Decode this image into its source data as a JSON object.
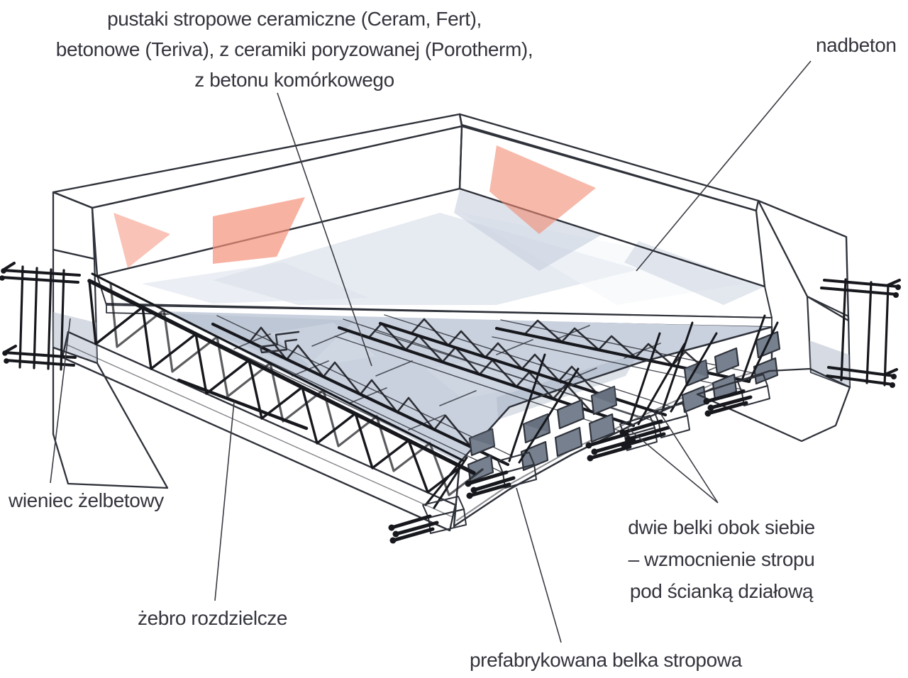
{
  "figure": {
    "type": "construction-diagram",
    "subject": "beam-and-block ribbed floor cutaway (isometric watercolor drawing)",
    "labels": {
      "pustaki": {
        "lines": [
          "pustaki stropowe ceramiczne (Ceram, Fert),",
          "betonowe (Teriva), z ceramiki poryzowanej (Porotherm),",
          "z betonu komórkowego"
        ]
      },
      "nadbeton": {
        "text": "nadbeton"
      },
      "wieniec": {
        "text": "wieniec żelbetowy"
      },
      "zebro": {
        "text": "żebro rozdzielcze"
      },
      "dwie_belki": {
        "lines": [
          "dwie belki obok siebie",
          "– wzmocnienie stropu",
          "pod ścianką działową"
        ]
      },
      "belka": {
        "text": "prefabrykowana belka stropowa"
      }
    }
  },
  "colors": {
    "wall_red_top": "#f08a70",
    "wall_red": "#ec6144",
    "wall_red_right": "#e9563a",
    "wall_red_deep": "#df482c",
    "concrete_light": "#e8ecf3",
    "slab_edge": "#dfe4ee",
    "block_top": "#c9d1de",
    "block_face": "#b7c0cf",
    "cell_gray": "#76808e",
    "cell_shadow": "#5f6875",
    "foot_top": "#d3dae5",
    "foot_face": "#aeb8c7",
    "flange": "#ccd4e1",
    "wieniec_gray": "#c6cedb",
    "steel": "#17181d",
    "ink": "#2f323a",
    "leader": "#3b3c44",
    "label_text": "#34353d"
  }
}
